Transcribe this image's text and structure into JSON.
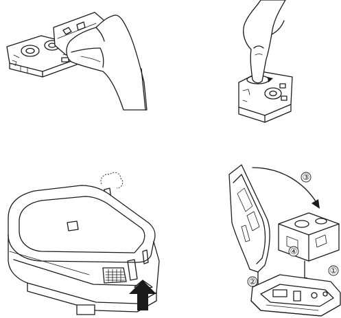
{
  "steps": [
    {
      "id": "remove-tape-stopper",
      "icons": [
        "tape-cassette-icon",
        "hand-icon",
        "stopper-card-icon"
      ]
    },
    {
      "id": "take-up-slack",
      "icons": [
        "tape-cassette-icon",
        "finger-icon",
        "rotation-arrow-icon"
      ]
    },
    {
      "id": "open-cover",
      "icons": [
        "label-printer-icon",
        "up-arrow-icon",
        "cover-latch-icon"
      ]
    },
    {
      "id": "insert-cassette",
      "icons": [
        "cassette-cover-icon",
        "tape-cassette-icon",
        "printer-base-icon",
        "curved-arrow-icon"
      ]
    }
  ],
  "callouts": {
    "one": "①",
    "two": "②",
    "three": "③",
    "four": "④"
  }
}
